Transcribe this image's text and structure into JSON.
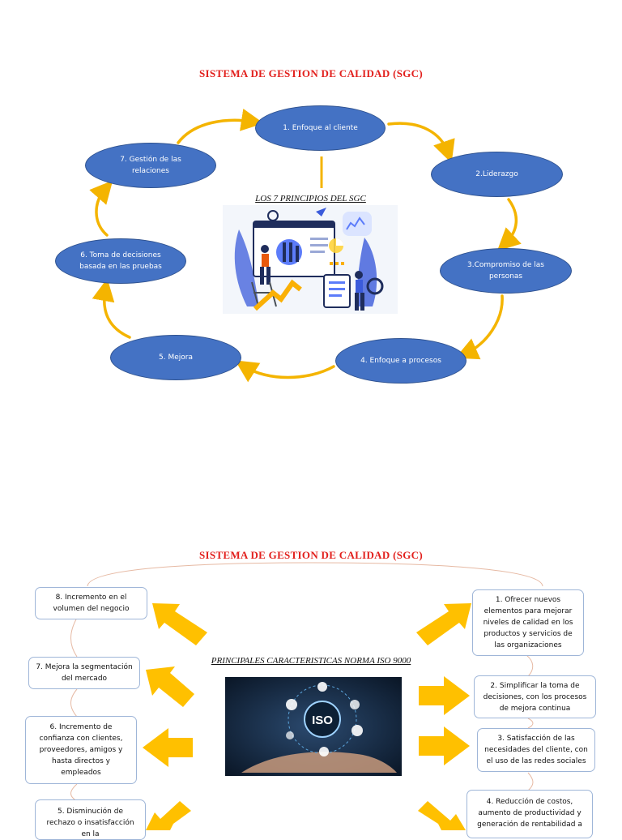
{
  "section1": {
    "title": "SISTEMA DE GESTION DE CALIDAD (SGC)",
    "center_label": "LOS 7 PRINCIPIOS DEL SGC",
    "principles": [
      "1.    Enfoque al cliente",
      "2.Liderazgo",
      "3.Compromiso de las personas",
      "4. Enfoque a procesos",
      "5. Mejora",
      "6. Toma de decisiones basada en las pruebas",
      "7. Gestión de las relaciones"
    ]
  },
  "section2": {
    "title": "SISTEMA DE GESTION DE CALIDAD (SGC)",
    "center_label": "PRINCIPALES CARACTERISTICAS NORMA ISO 9000",
    "image_text": "ISO",
    "right_items": [
      "1. Ofrecer nuevos elementos para mejorar niveles de calidad en los productos y servicios de las organizaciones",
      "2. Simplificar la toma de decisiones, con los procesos de mejora continua",
      "3. Satisfacción de las necesidades del cliente, con el uso de las redes sociales",
      "4. Reducción de costos, aumento de productividad y generación de rentabilidad a"
    ],
    "left_items": [
      "8. Incremento en el volumen del negocio",
      "7. Mejora la segmentación del mercado",
      "6. Incremento de confianza con clientes, proveedores, amigos y hasta directos y empleados",
      "5. Disminución de rechazo o insatisfacción en la"
    ]
  },
  "colors": {
    "title": "#e2201d",
    "ellipse": "#4472c4",
    "arrow": "#ffc000"
  }
}
